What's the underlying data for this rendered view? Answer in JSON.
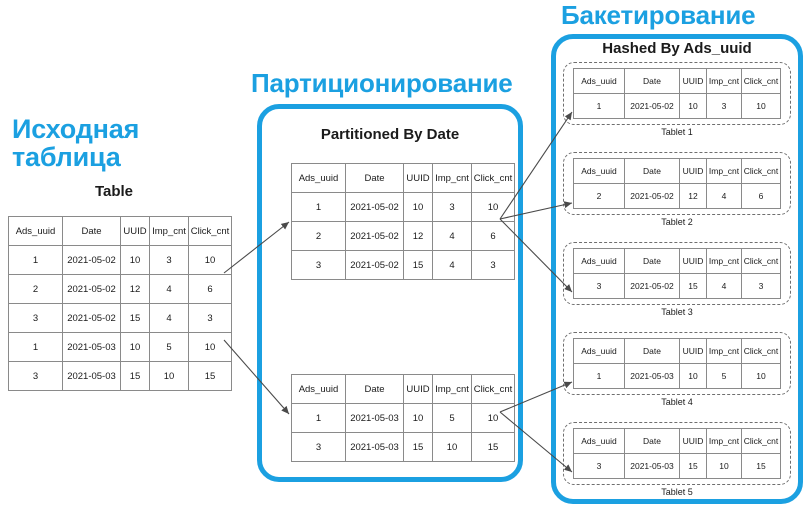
{
  "sections": {
    "source": {
      "heading": "Исходная\nтаблица",
      "table_caption": "Table"
    },
    "partitioning": {
      "heading": "Партиционирование",
      "table_caption": "Partitioned By Date"
    },
    "bucketing": {
      "heading": "Бакетирование",
      "table_caption": "Hashed By Ads_uuid"
    }
  },
  "colors": {
    "accent_blue": "#1BA0E1",
    "text_dark": "#1b1b1b",
    "table_border": "#8a8a8a",
    "dashed_border": "#6f6f6f",
    "arrow": "#4a4a4a"
  },
  "columns": [
    "Ads_uuid",
    "Date",
    "UUID",
    "Imp_cnt",
    "Click_cnt"
  ],
  "source_table": {
    "rows": [
      [
        "1",
        "2021-05-02",
        "10",
        "3",
        "10"
      ],
      [
        "2",
        "2021-05-02",
        "12",
        "4",
        "6"
      ],
      [
        "3",
        "2021-05-02",
        "15",
        "4",
        "3"
      ],
      [
        "1",
        "2021-05-03",
        "10",
        "5",
        "10"
      ],
      [
        "3",
        "2021-05-03",
        "15",
        "10",
        "15"
      ]
    ]
  },
  "partitions": [
    {
      "rows": [
        [
          "1",
          "2021-05-02",
          "10",
          "3",
          "10"
        ],
        [
          "2",
          "2021-05-02",
          "12",
          "4",
          "6"
        ],
        [
          "3",
          "2021-05-02",
          "15",
          "4",
          "3"
        ]
      ]
    },
    {
      "rows": [
        [
          "1",
          "2021-05-03",
          "10",
          "5",
          "10"
        ],
        [
          "3",
          "2021-05-03",
          "15",
          "10",
          "15"
        ]
      ]
    }
  ],
  "tablets": [
    {
      "label": "Tablet 1",
      "rows": [
        [
          "1",
          "2021-05-02",
          "10",
          "3",
          "10"
        ]
      ]
    },
    {
      "label": "Tablet 2",
      "rows": [
        [
          "2",
          "2021-05-02",
          "12",
          "4",
          "6"
        ]
      ]
    },
    {
      "label": "Tablet 3",
      "rows": [
        [
          "3",
          "2021-05-02",
          "15",
          "4",
          "3"
        ]
      ]
    },
    {
      "label": "Tablet 4",
      "rows": [
        [
          "1",
          "2021-05-03",
          "10",
          "5",
          "10"
        ]
      ]
    },
    {
      "label": "Tablet 5",
      "rows": [
        [
          "3",
          "2021-05-03",
          "15",
          "10",
          "15"
        ]
      ]
    }
  ]
}
